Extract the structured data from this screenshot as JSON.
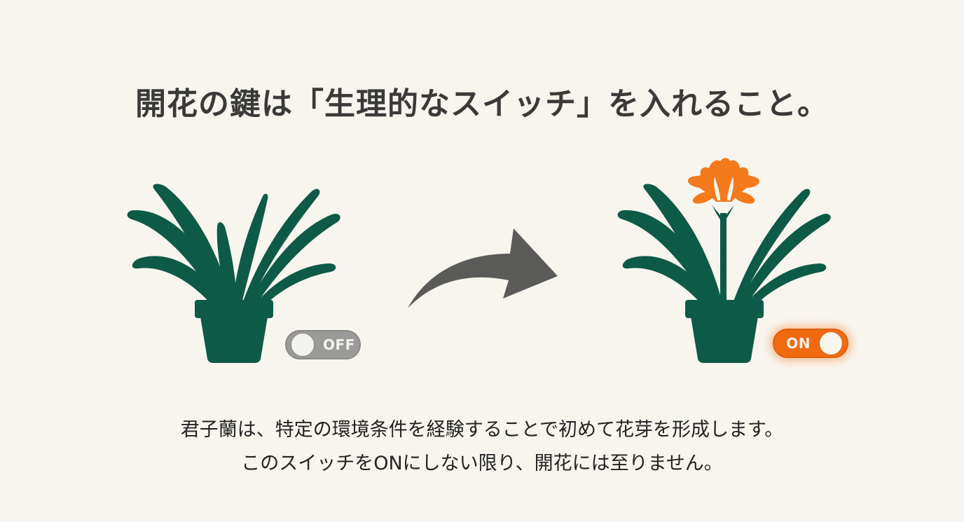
{
  "title": "開花の鍵は「生理的なスイッチ」を入れること。",
  "illustration": {
    "before": {
      "subject": "potted-plant-without-flower",
      "toggle": {
        "state": "off",
        "label": "OFF",
        "color": "#9a9a98"
      }
    },
    "transition": {
      "icon": "curved-arrow-right",
      "color": "#5a5a58"
    },
    "after": {
      "subject": "potted-plant-with-orange-flower",
      "toggle": {
        "state": "on",
        "label": "ON",
        "color": "#f06a12"
      }
    },
    "colors": {
      "leaf": "#0d5a47",
      "flower": "#f47a1c",
      "background": "#f8f5ef"
    }
  },
  "caption": {
    "line1": "君子蘭は、特定の環境条件を経験することで初めて花芽を形成します。",
    "line2": "このスイッチをONにしない限り、開花には至りません。"
  }
}
